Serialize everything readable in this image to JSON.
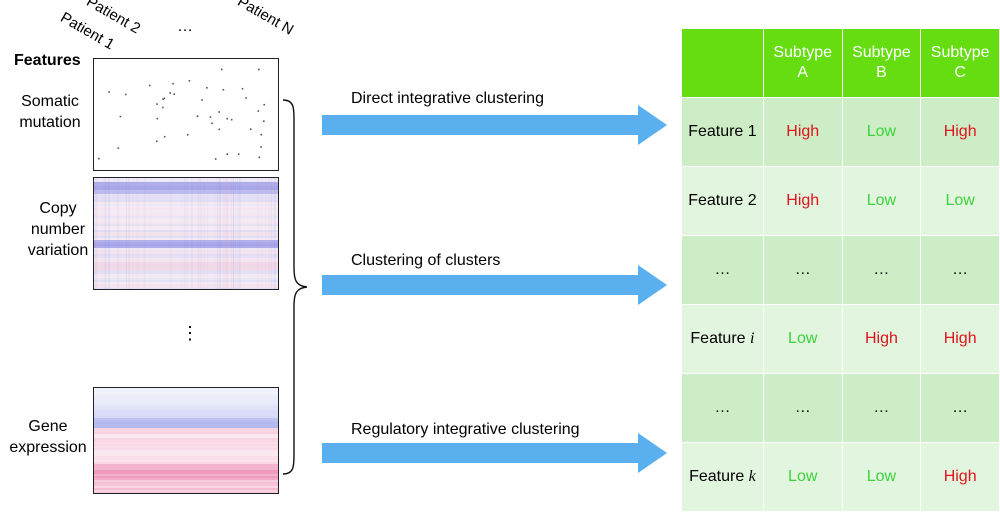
{
  "patients": {
    "p1": "Patient 1",
    "p2": "Patient 2",
    "ellipsis": "…",
    "pN": "Patient N"
  },
  "features_title": "Features",
  "omics": [
    {
      "label_line1": "Somatic",
      "label_line2": "mutation"
    },
    {
      "label_line1": "Copy",
      "label_line2": "number",
      "label_line3": "variation"
    },
    {
      "label_line1": "Gene",
      "label_line2": "expression"
    }
  ],
  "omics_ellipsis": "⋮",
  "methods": [
    "Direct integrative clustering",
    "Clustering of clusters",
    "Regulatory integrative clustering"
  ],
  "table": {
    "header": [
      {
        "line1": "",
        "line2": ""
      },
      {
        "line1": "Subtype",
        "line2": "A"
      },
      {
        "line1": "Subtype",
        "line2": "B"
      },
      {
        "line1": "Subtype",
        "line2": "C"
      }
    ],
    "rows": [
      {
        "name": "Feature 1",
        "italic": "",
        "values": [
          "High",
          "Low",
          "High"
        ]
      },
      {
        "name": "Feature 2",
        "italic": "",
        "values": [
          "High",
          "Low",
          "Low"
        ]
      },
      {
        "name": "…",
        "italic": "",
        "values": [
          "…",
          "…",
          "…"
        ]
      },
      {
        "name": "Feature ",
        "italic": "i",
        "values": [
          "Low",
          "High",
          "High"
        ]
      },
      {
        "name": "…",
        "italic": "",
        "values": [
          "…",
          "…",
          "…"
        ]
      },
      {
        "name": "Feature ",
        "italic": "k",
        "values": [
          "Low",
          "Low",
          "High"
        ]
      }
    ]
  },
  "colors": {
    "arrow": "#5aafee",
    "header": "#66dd11",
    "high": "#e0141c",
    "low": "#3cd33c",
    "cnv_gain": "#7a7be0",
    "cnv_loss": "#e8a0c4",
    "expr_low": "#8f98e6",
    "expr_high": "#ea7aa8"
  }
}
